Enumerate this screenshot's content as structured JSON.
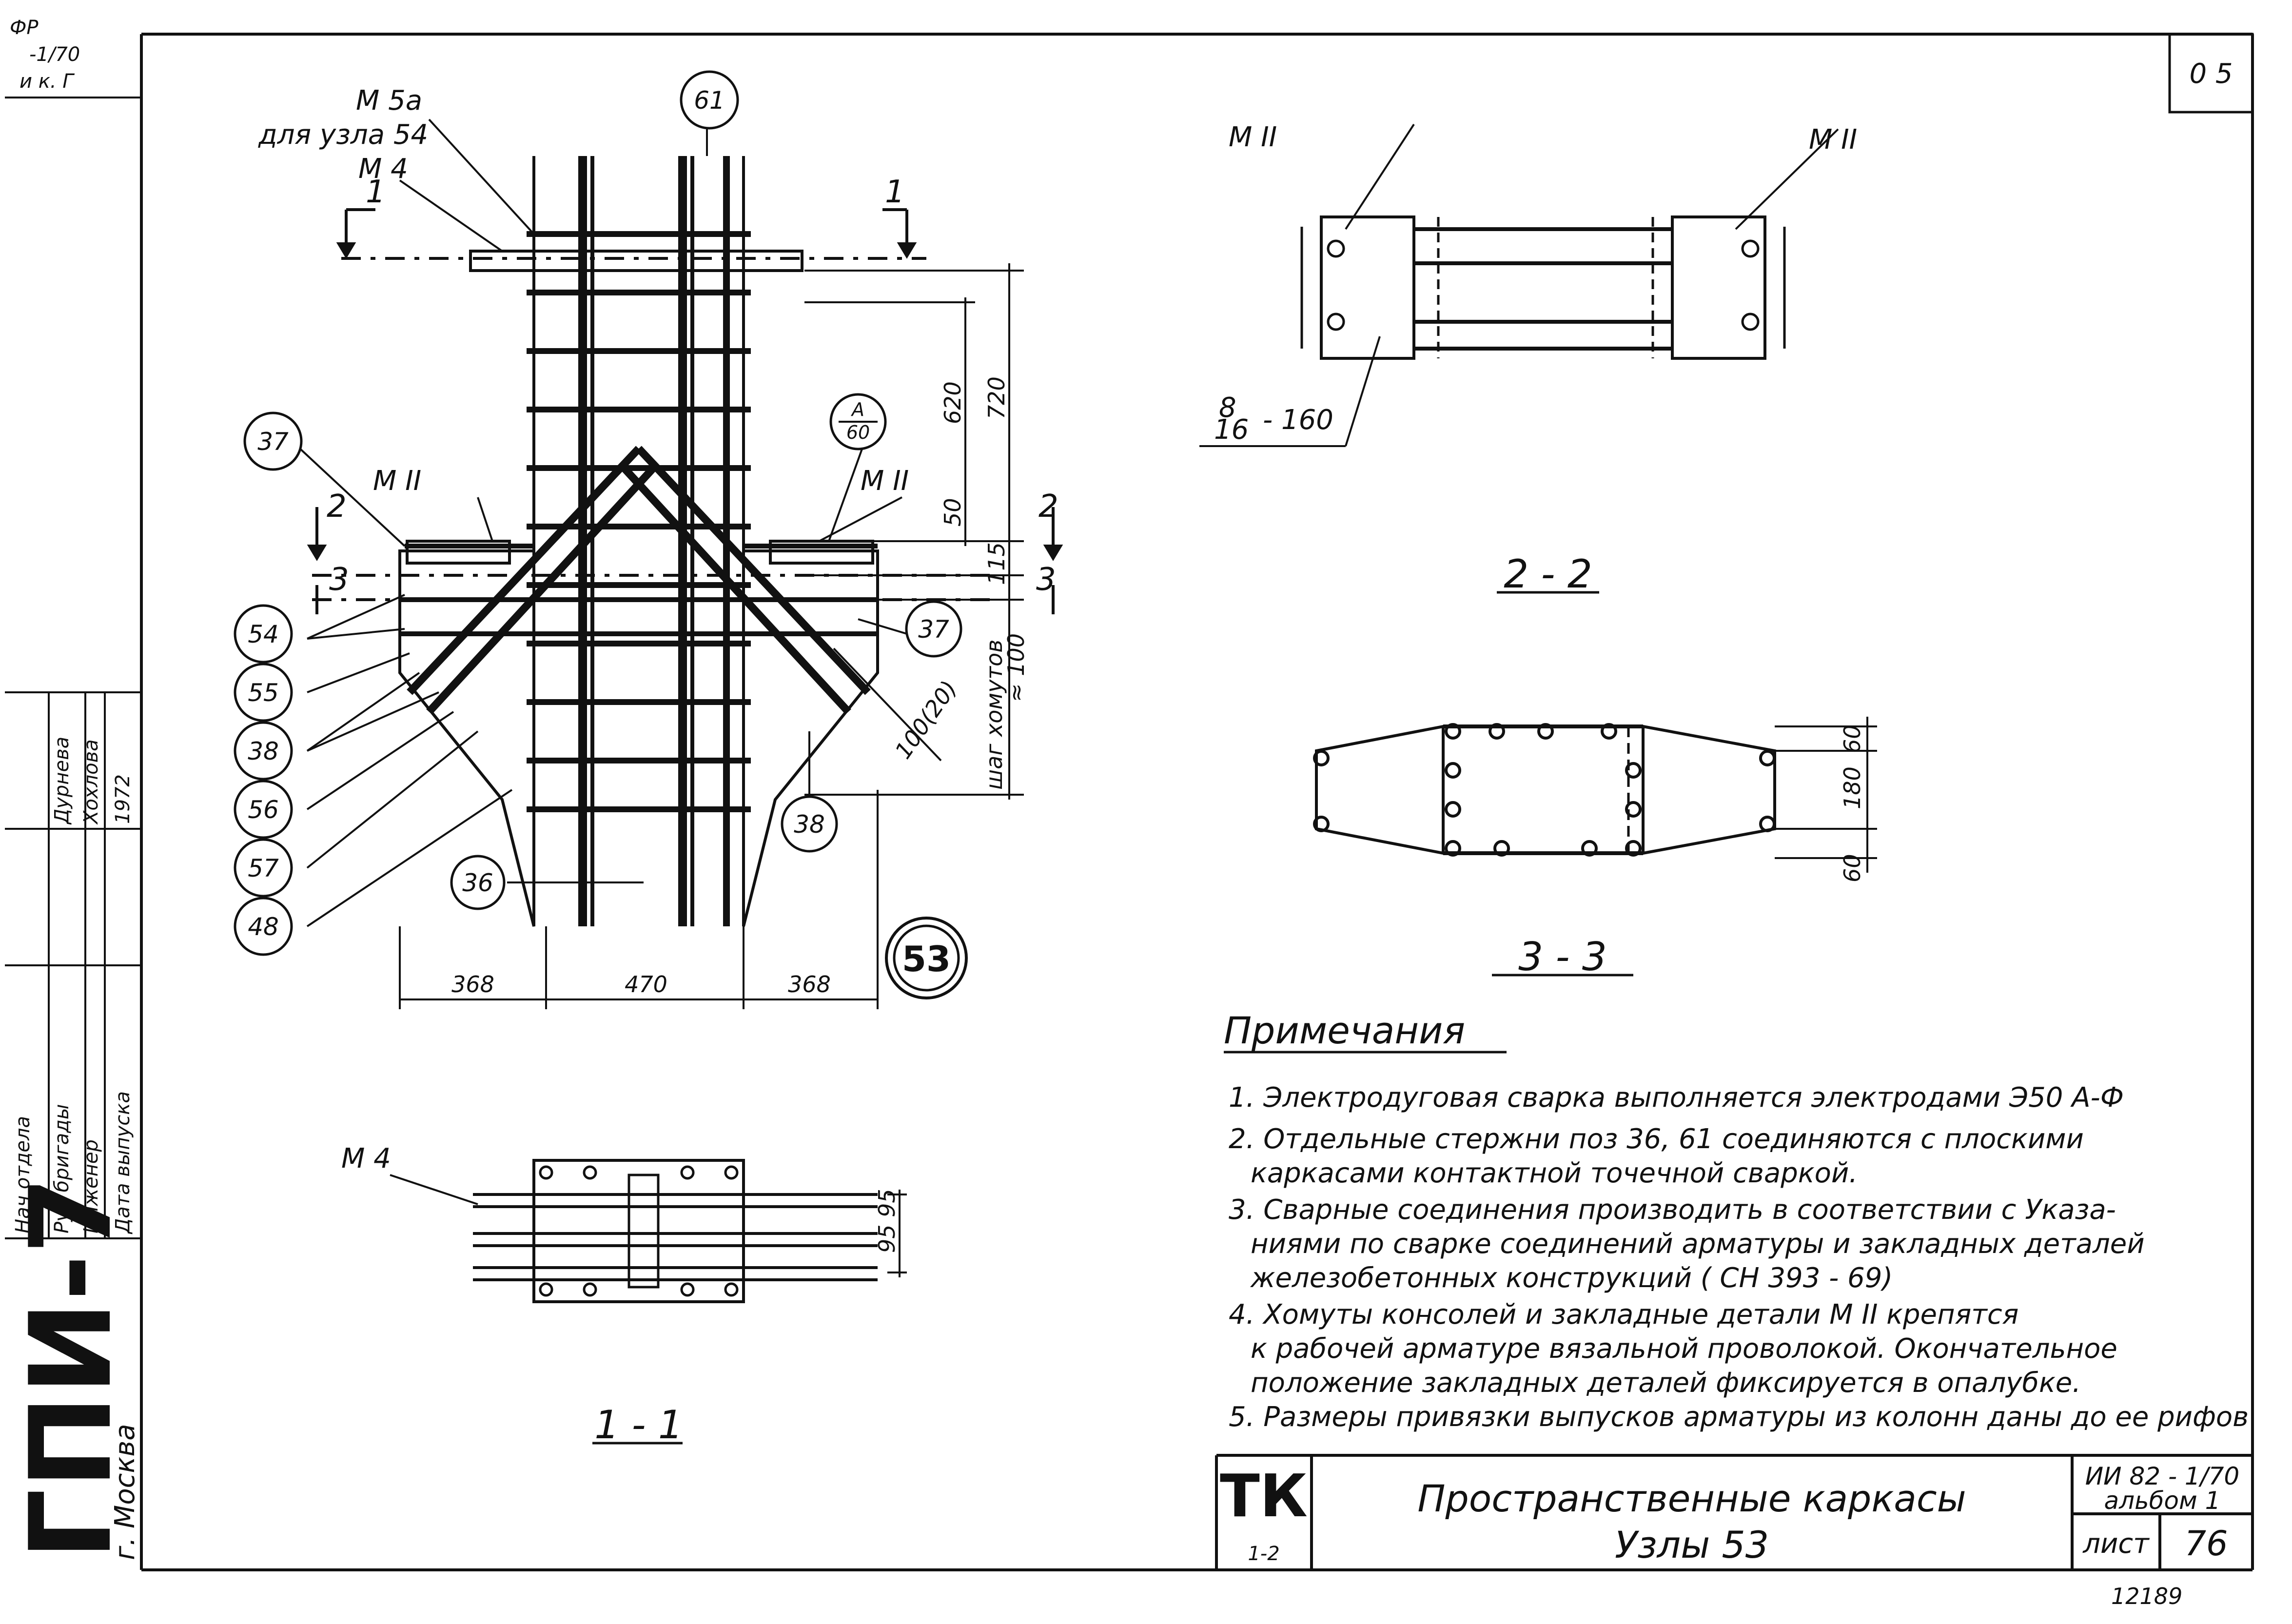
{
  "stamp": {
    "org": "ГПИ-7",
    "city": "г. Москва",
    "rows": [
      {
        "role": "Нач отдела",
        "name": ""
      },
      {
        "role": "Рук бригады",
        "name": "Дурнева"
      },
      {
        "role": "Инженер",
        "name": "Хохлова"
      },
      {
        "role": "Дата выпуска",
        "name": "1972"
      }
    ],
    "corner_codes": [
      "ФР",
      "-1/70",
      "и к. Г"
    ]
  },
  "node_view": {
    "labels": {
      "m5a": "М 5а",
      "for_node": "для узла 54",
      "m4_top": "М 4",
      "m11_left": "М II",
      "m11_right": "М II",
      "section_mark_a": "А",
      "section_mark_b": "60",
      "node_number": "53"
    },
    "position_marks": [
      "61",
      "37",
      "54",
      "55",
      "38",
      "56",
      "57",
      "48",
      "36",
      "37",
      "38"
    ],
    "section_marks": [
      "1",
      "1",
      "2",
      "2",
      "3",
      "3"
    ],
    "dims": {
      "d720": "720",
      "d620": "620",
      "d50": "50",
      "d115": "115",
      "d100": "100(20)",
      "stirrup_step": "шаг хомутов",
      "stirrup_val": "≈ 100",
      "w1": "368",
      "w2": "470",
      "w3": "368"
    }
  },
  "section_22": {
    "title": "2 - 2",
    "m11_left": "М II",
    "m11_right": "М II",
    "weld_top": "8",
    "weld_bottom": "16",
    "weld_len": "- 160"
  },
  "section_33": {
    "title": "3 - 3",
    "dims": [
      "60",
      "180",
      "60"
    ]
  },
  "section_11": {
    "title": "1 - 1",
    "m4": "М 4",
    "dim": "95 95"
  },
  "notes": {
    "title": "Примечания",
    "lines": [
      "1. Электродуговая сварка выполняется электродами Э50 А-Ф",
      "2. Отдельные стержни поз 36, 61 соединяются с плоскими",
      "каркасами контактной точечной сваркой.",
      "3. Сварные соединения производить в соответствии с Указа-",
      "ниями по сварке соединений арматуры и закладных деталей",
      "железобетонных конструкций ( СН 393 - 69)",
      "4. Хомуты консолей и закладные детали М II крепятся",
      "к рабочей арматуре вязальной проволокой. Окончательное",
      "положение закладных деталей фиксируется в опалубке.",
      "5. Размеры привязки выпусков арматуры из колонн даны до ее рифов"
    ]
  },
  "title_block": {
    "code": "ТК",
    "code_sub": "1-2",
    "title_line1": "Пространственные каркасы",
    "title_line2": "Узлы 53",
    "series": "ИИ 82 - 1/70",
    "album": "альбом 1",
    "sheet_label": "лист",
    "sheet_no": "76",
    "inv": "12189"
  },
  "corner_tag": "0 5"
}
